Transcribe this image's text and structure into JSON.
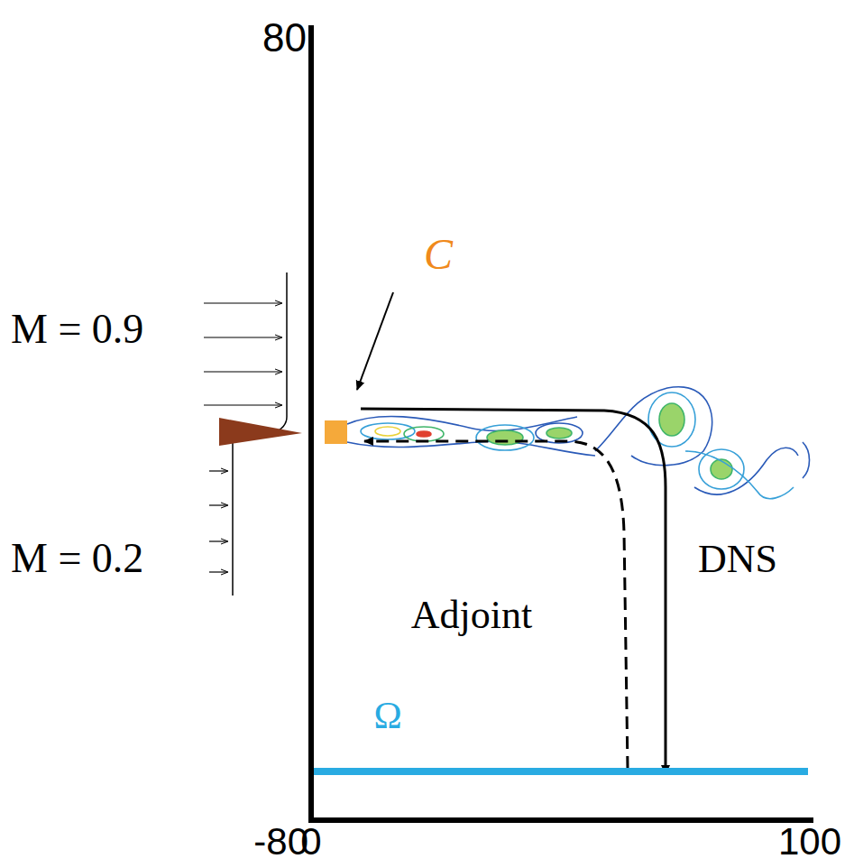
{
  "diagram": {
    "labels": [
      "80",
      "M = 0.9",
      "C",
      "M = 0.2",
      "DNS",
      "Adjoint",
      "Ω",
      "-80",
      "0",
      "100"
    ]
  }
}
